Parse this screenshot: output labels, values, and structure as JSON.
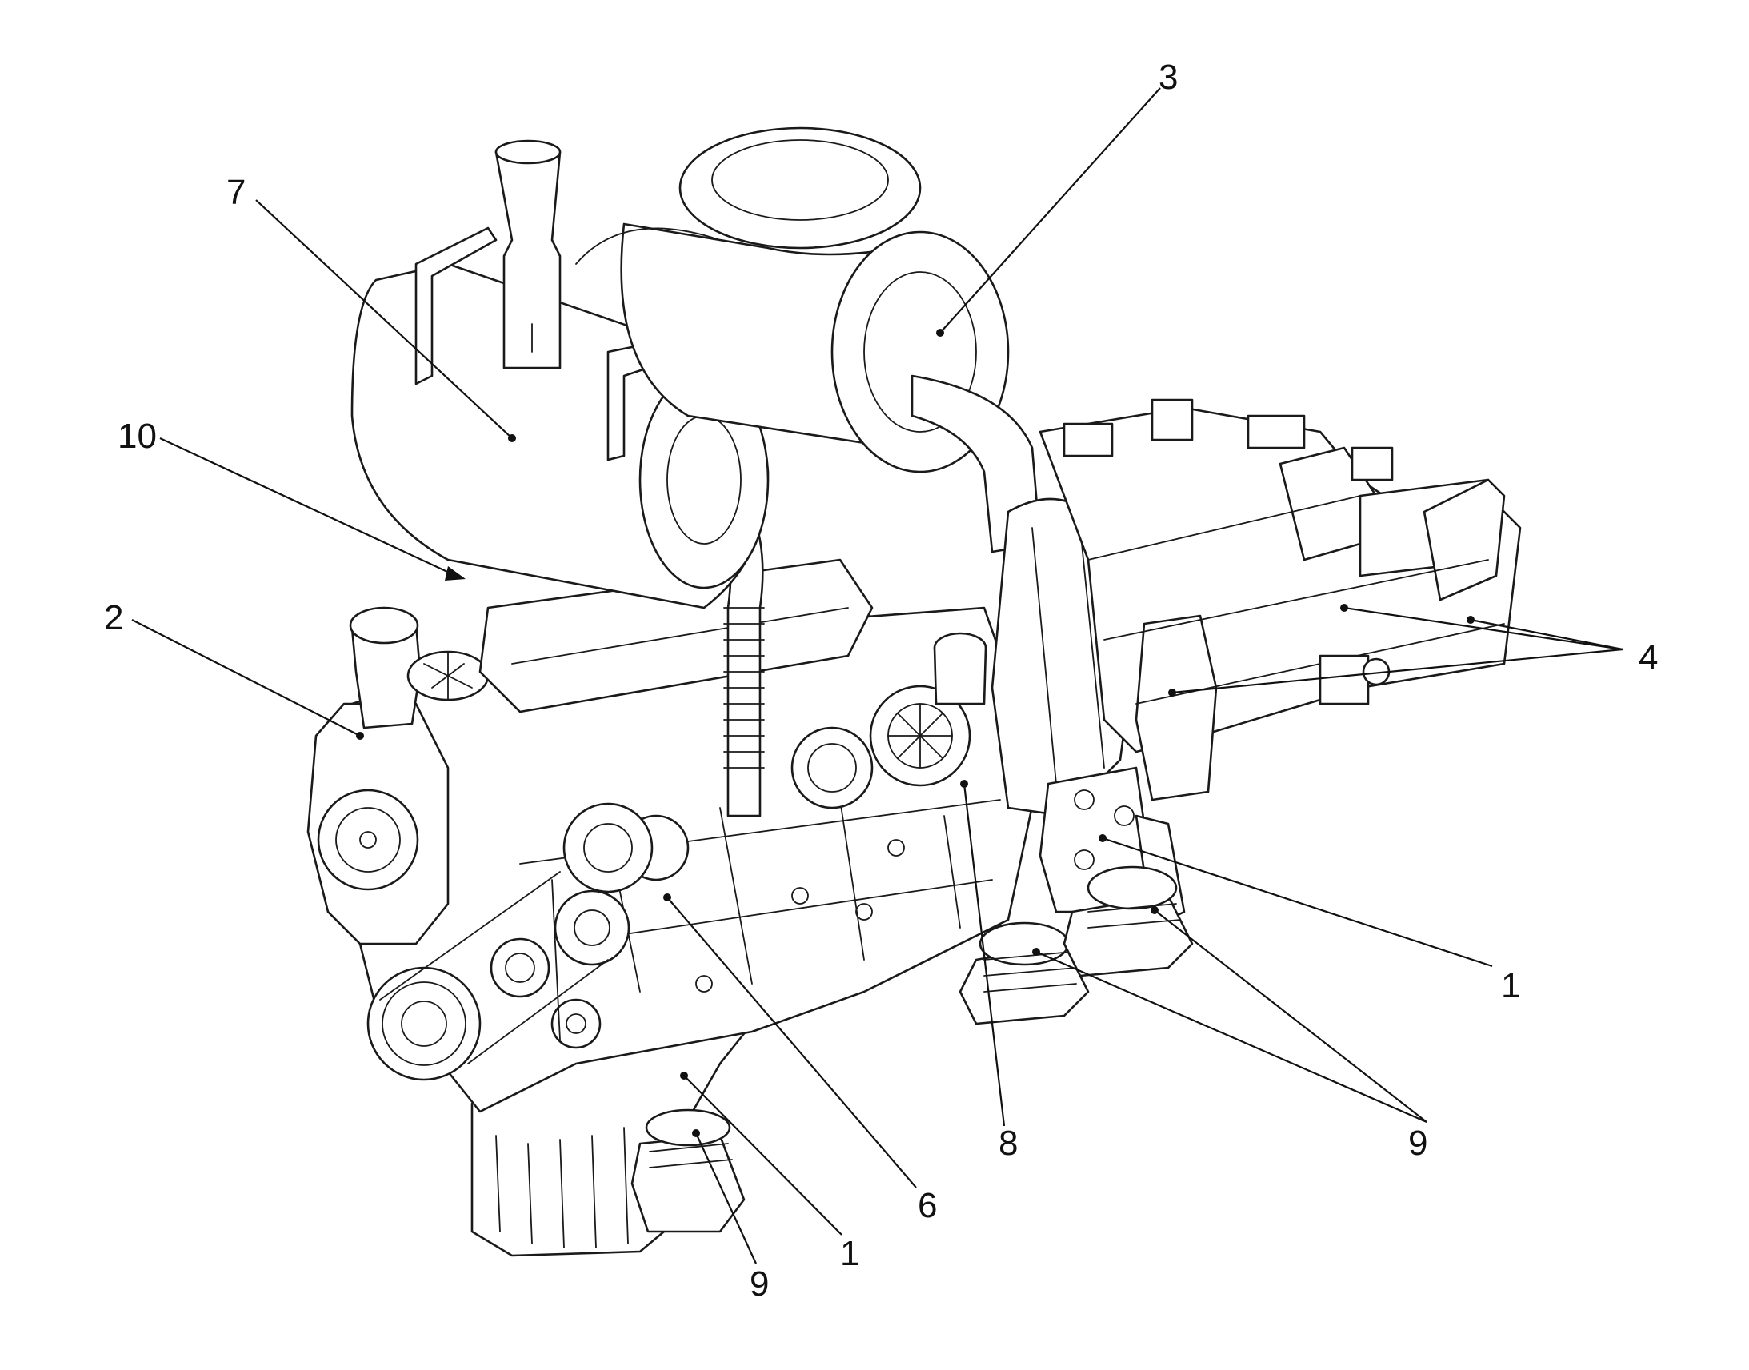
{
  "callouts": [
    {
      "id": "c1a",
      "label": "1"
    },
    {
      "id": "c1b",
      "label": "1"
    },
    {
      "id": "c2",
      "label": "2"
    },
    {
      "id": "c3",
      "label": "3"
    },
    {
      "id": "c4",
      "label": "4"
    },
    {
      "id": "c6",
      "label": "6"
    },
    {
      "id": "c7",
      "label": "7"
    },
    {
      "id": "c8",
      "label": "8"
    },
    {
      "id": "c9a",
      "label": "9"
    },
    {
      "id": "c9b",
      "label": "9"
    },
    {
      "id": "c10",
      "label": "10"
    }
  ]
}
